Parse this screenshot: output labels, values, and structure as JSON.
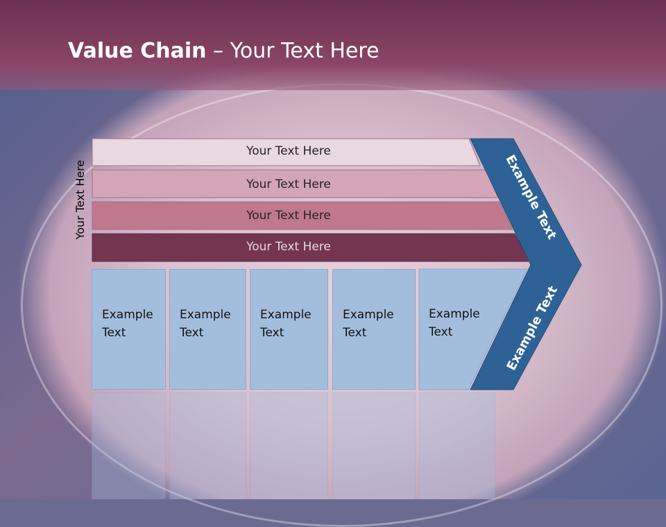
{
  "title": {
    "bold": "Value Chain",
    "rest": " – Your Text Here"
  },
  "side_label": "Your Text Here",
  "bars": [
    {
      "label": "Your Text Here",
      "color": "#ead8e0"
    },
    {
      "label": "Your Text Here",
      "color": "#d4a4b8"
    },
    {
      "label": "Your Text Here",
      "color": "#c0788f"
    },
    {
      "label": "Your Text Here",
      "color": "#733551"
    }
  ],
  "boxes": [
    {
      "line1": "Example",
      "line2": "Text"
    },
    {
      "line1": "Example",
      "line2": "Text"
    },
    {
      "line1": "Example",
      "line2": "Text"
    },
    {
      "line1": "Example",
      "line2": "Text"
    },
    {
      "line1": "Example",
      "line2": "Text"
    }
  ],
  "chevron": {
    "upper": "Example Text",
    "lower": "Example Text",
    "color": "#2e6296"
  }
}
